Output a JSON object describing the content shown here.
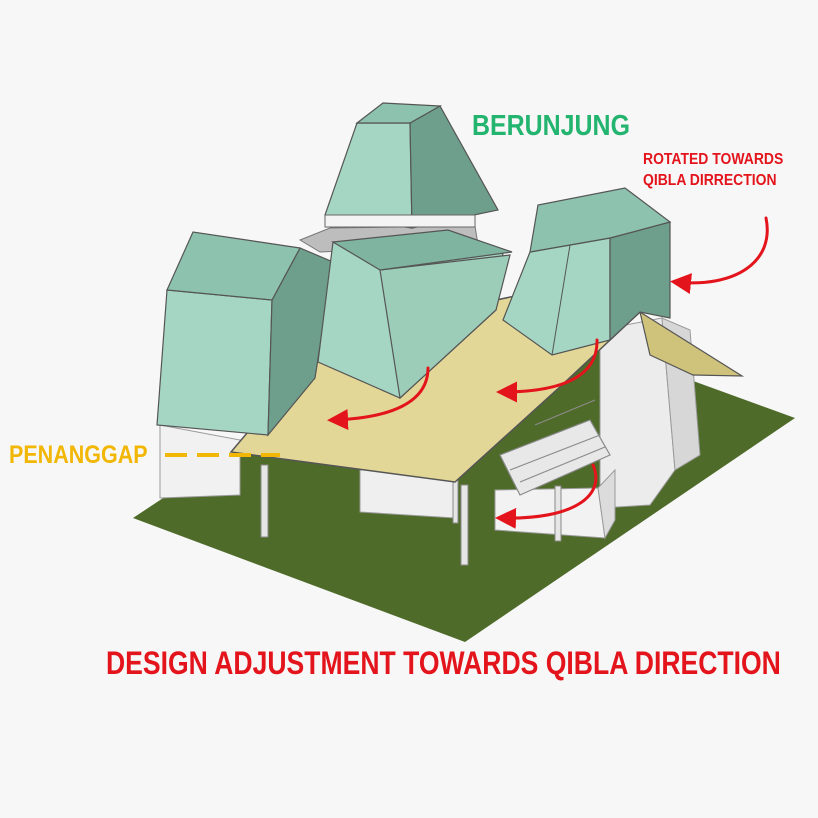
{
  "labels": {
    "berunjung": "BERUNJUNG",
    "penanggap": "PENANGGAP",
    "rotated_line1": "ROTATED TOWARDS",
    "rotated_line2": "QIBLA DIRRECTION",
    "caption": "DESIGN ADJUSTMENT TOWARDS QIBLA DIRECTION"
  },
  "colors": {
    "background": "#f7f7f7",
    "ground": "#4f6b2a",
    "roof_green_light": "#a5d6c3",
    "roof_green_mid": "#8cc2ae",
    "roof_green_dark": "#6e9f8c",
    "penanggap_roof": "#e3d797",
    "wall": "#ededed",
    "arrow_red": "#e3141b",
    "berunjung_text": "#23b46f",
    "penanggap_text": "#f2b705",
    "caption_text": "#e3141b"
  },
  "icons": {
    "rotation_arrow": "curved-arrow-icon"
  }
}
